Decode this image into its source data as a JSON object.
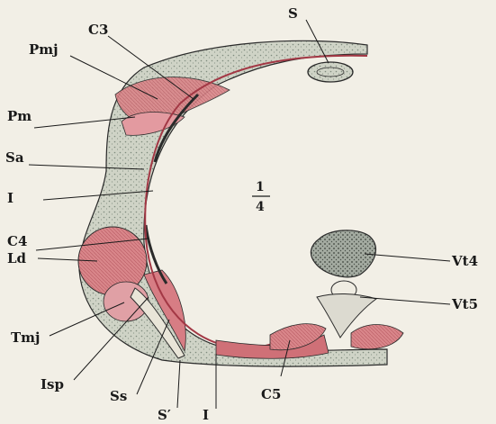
{
  "labels": {
    "S": "S",
    "C3": "C3",
    "Pmj": "Pmj",
    "Pm": "Pm",
    "Sa": "Sa",
    "I_left": "I",
    "C4": "C4",
    "Ld": "Ld",
    "Tmj": "Tmj",
    "Isp": "Isp",
    "Ss": "Ss",
    "S_prime": "S′",
    "I_bottom": "I",
    "C5": "C5",
    "Vt4": "Vt4",
    "Vt5": "Vt5"
  },
  "scale": {
    "numerator": "1",
    "denominator": "4"
  },
  "colors": {
    "paper": "#f2efe6",
    "muscle": "#d9868a",
    "muscle_dark": "#b85a62",
    "tissue": "#cfd2c4",
    "bone": "#9aa29a",
    "ink": "#1a1a1a"
  }
}
